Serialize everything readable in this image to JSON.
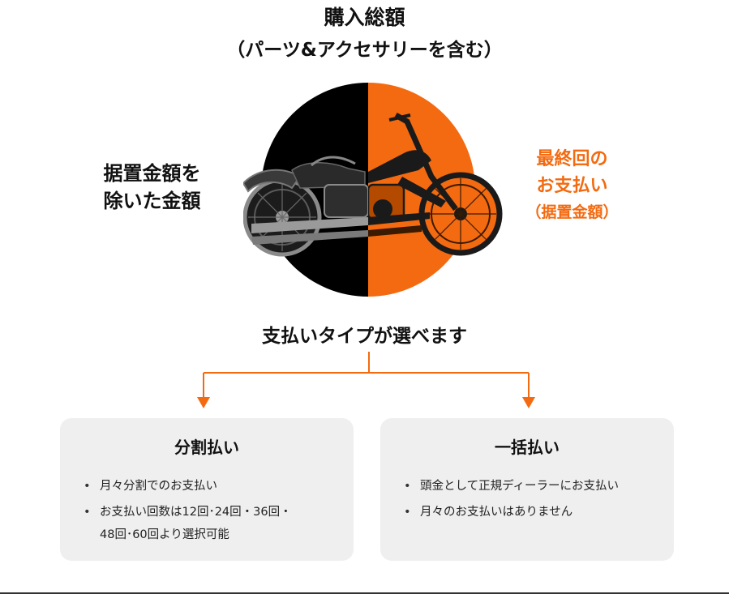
{
  "header": {
    "title": "購入総額",
    "subtitle": "（パーツ&アクセサリーを含む）"
  },
  "circle": {
    "left_label_line1": "据置金額を",
    "left_label_line2": "除いた金額",
    "right_label_line1": "最終回の",
    "right_label_line2": "お支払い",
    "right_label_line3": "（据置金額）",
    "colors": {
      "left": "#000000",
      "right": "#f36a10"
    }
  },
  "flow": {
    "heading": "支払いタイプが選べます",
    "arrow_color": "#f36a10"
  },
  "cards": [
    {
      "title": "分割払い",
      "bullets": [
        "月々分割でのお支払い",
        "お支払い回数は12回･24回・36回・",
        "48回･60回より選択可能"
      ]
    },
    {
      "title": "一括払い",
      "bullets": [
        "頭金として正規ディーラーにお支払い",
        "月々のお支払いはありません"
      ]
    }
  ]
}
